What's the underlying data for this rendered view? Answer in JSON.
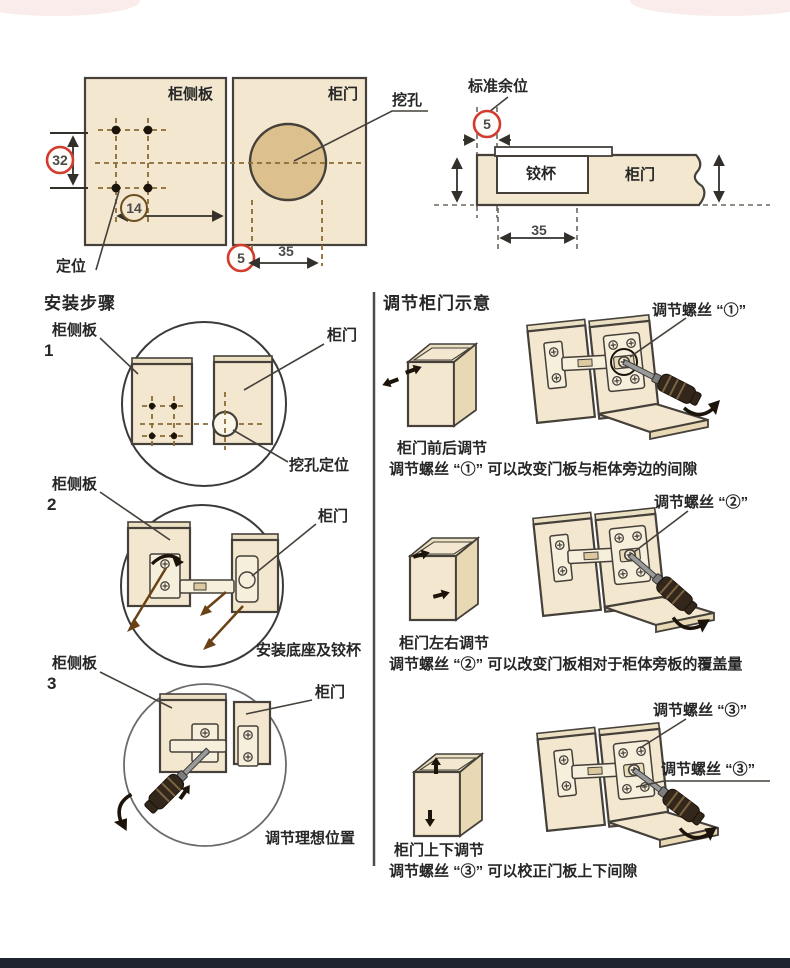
{
  "top_left_diagram": {
    "side_panel_label": "柜侧板",
    "door_label": "柜门",
    "drill_hole_label": "挖孔",
    "positioning_label": "定位",
    "dim_32": "32",
    "dim_14": "14",
    "dim_5": "5",
    "dim_35": "35"
  },
  "top_right_diagram": {
    "title": "标准余位",
    "dim_5": "5",
    "hinge_cup_label": "铰杯",
    "door_label": "柜门",
    "dim_35": "35"
  },
  "install_steps": {
    "heading": "安装步骤",
    "steps": [
      {
        "number": "1",
        "panel_label": "柜侧板",
        "door_label": "柜门",
        "caption": "挖孔定位"
      },
      {
        "number": "2",
        "panel_label": "柜侧板",
        "door_label": "柜门",
        "caption": "安装底座及铰杯"
      },
      {
        "number": "3",
        "panel_label": "柜侧板",
        "door_label": "柜门",
        "caption": "调节理想位置"
      }
    ]
  },
  "adjustment_guide": {
    "heading": "调节柜门示意",
    "sections": [
      {
        "screw_label": "调节螺丝 “①”",
        "caption_title": "柜门前后调节",
        "caption_text": "调节螺丝 “①” 可以改变门板与柜体旁边的间隙"
      },
      {
        "screw_label": "调节螺丝 “②”",
        "caption_title": "柜门左右调节",
        "caption_text": "调节螺丝 “②” 可以改变门板相对于柜体旁板的覆盖量"
      },
      {
        "screw_label": "调节螺丝 “③”",
        "screw_label_2": "调节螺丝 “③”",
        "caption_title": "柜门上下调节",
        "caption_text": "调节螺丝 “③” 可以校正门板上下间隙"
      }
    ]
  },
  "colors": {
    "wood_light": "#f3e7cf",
    "wood_dark": "#dcc08d",
    "outline": "#45403a",
    "dashed_brown": "#8a6b35",
    "accent_red": "#d23b2e",
    "footer_bar": "#20242e"
  }
}
